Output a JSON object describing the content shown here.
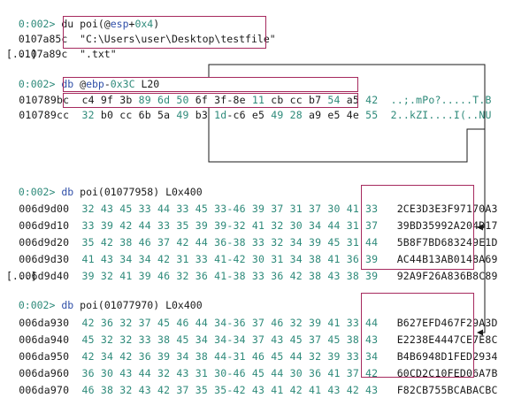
{
  "section1": {
    "prompt": "0:002>",
    "cmd_pre": "du poi(@",
    "reg": "esp",
    "cmd_mid": "+",
    "num": "0x4",
    "cmd_post": ")",
    "rows": [
      {
        "addr": "0107a85c",
        "text": "\"C:\\Users\\user\\Desktop\\testfile\""
      },
      {
        "addr": "0107a89c",
        "text": "\".txt\""
      }
    ],
    "ellipsis": "[...]"
  },
  "section2": {
    "prompt": "0:002>",
    "cmd_db": "db",
    "cmd_at": "@",
    "reg": "ebp",
    "cmd_minus": "-",
    "num": "0x3C",
    "cmd_len": "L20",
    "rows": [
      {
        "addr": "010789bc",
        "hex": [
          [
            "c4",
            "k"
          ],
          [
            "9f",
            "k"
          ],
          [
            "3b",
            "k"
          ],
          [
            "89",
            "g"
          ],
          [
            "6d",
            "g"
          ],
          [
            "50",
            "g"
          ],
          [
            "6f",
            "k"
          ],
          [
            "3f",
            "k"
          ],
          [
            "-8e",
            "k"
          ],
          [
            "11",
            "g"
          ],
          [
            "cb",
            "k"
          ],
          [
            "cc",
            "k"
          ],
          [
            "b7",
            "k"
          ],
          [
            "54",
            "g"
          ],
          [
            "a5",
            "k"
          ],
          [
            "42",
            "g"
          ]
        ],
        "ascii": "..;.mPo?.....T.B"
      },
      {
        "addr": "010789cc",
        "hex": [
          [
            "32",
            "g"
          ],
          [
            "b0",
            "k"
          ],
          [
            "cc",
            "k"
          ],
          [
            "6b",
            "k"
          ],
          [
            "5a",
            "k"
          ],
          [
            "49",
            "g"
          ],
          [
            "b3",
            "k"
          ],
          [
            "1d",
            "g"
          ],
          [
            "-c6",
            "k"
          ],
          [
            "e5",
            "k"
          ],
          [
            "49",
            "g"
          ],
          [
            "28",
            "g"
          ],
          [
            "a9",
            "k"
          ],
          [
            "e5",
            "k"
          ],
          [
            "4e",
            "k"
          ],
          [
            "55",
            "g"
          ]
        ],
        "ascii": "2..kZI....I(..NU"
      }
    ]
  },
  "section3": {
    "prompt": "0:002>",
    "cmd_db": "db",
    "cmd_arg": "poi(01077958) L0x400",
    "rows": [
      {
        "addr": "006d9d00",
        "hex": "32 43 45 33 44 33 45 33-46 39 37 31 37 30 41 33",
        "ascii": "2CE3D3E3F97170A3"
      },
      {
        "addr": "006d9d10",
        "hex": "33 39 42 44 33 35 39 39-32 41 32 30 34 44 31 37",
        "ascii": "39BD35992A204D17"
      },
      {
        "addr": "006d9d20",
        "hex": "35 42 38 46 37 42 44 36-38 33 32 34 39 45 31 44",
        "ascii": "5B8F7BD683249E1D"
      },
      {
        "addr": "006d9d30",
        "hex": "41 43 34 34 42 31 33 41-42 30 31 34 38 41 36 39",
        "ascii": "AC44B13AB0148A69"
      },
      {
        "addr": "006d9d40",
        "hex": "39 32 41 39 46 32 36 41-38 33 36 42 38 43 38 39",
        "ascii": "92A9F26A836B8C89"
      }
    ],
    "ellipsis": "[...]"
  },
  "section4": {
    "prompt": "0:002>",
    "cmd_db": "db",
    "cmd_arg": "poi(01077970) L0x400",
    "rows": [
      {
        "addr": "006da930",
        "hex": "42 36 32 37 45 46 44 34-36 37 46 32 39 41 33 44",
        "ascii": "B627EFD467F29A3D"
      },
      {
        "addr": "006da940",
        "hex": "45 32 32 33 38 45 34 34-34 37 43 45 37 45 38 43",
        "ascii": "E2238E4447CE7E8C"
      },
      {
        "addr": "006da950",
        "hex": "42 34 42 36 39 34 38 44-31 46 45 44 32 39 33 34",
        "ascii": "B4B6948D1FED2934"
      },
      {
        "addr": "006da960",
        "hex": "36 30 43 44 32 43 31 30-46 45 44 30 36 41 37 42",
        "ascii": "60CD2C10FED06A7B"
      },
      {
        "addr": "006da970",
        "hex": "46 38 32 43 42 37 35 35-42 43 41 42 41 43 42 43",
        "ascii": "F82CB755BCABACBC"
      }
    ],
    "ellipsis": "[...]"
  },
  "colors": {
    "prompt": "#2e8a7a",
    "register": "#2f4fa8",
    "highlight_box": "#a62a5e"
  }
}
